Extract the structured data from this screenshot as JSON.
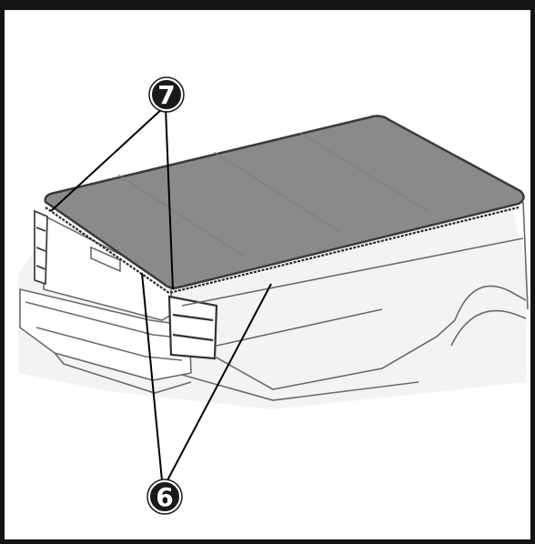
{
  "figure": {
    "callouts": [
      {
        "id": "callout-7",
        "label": "7"
      },
      {
        "id": "callout-6",
        "label": "6"
      }
    ]
  },
  "colors": {
    "frame": "#141414",
    "cover": "#8a8a8a",
    "cover_edge": "#3a3a3a",
    "body_line": "#6b6b6b",
    "callout_fill": "#1a1a1a",
    "callout_text": "#ffffff",
    "leader_line": "#000000"
  }
}
